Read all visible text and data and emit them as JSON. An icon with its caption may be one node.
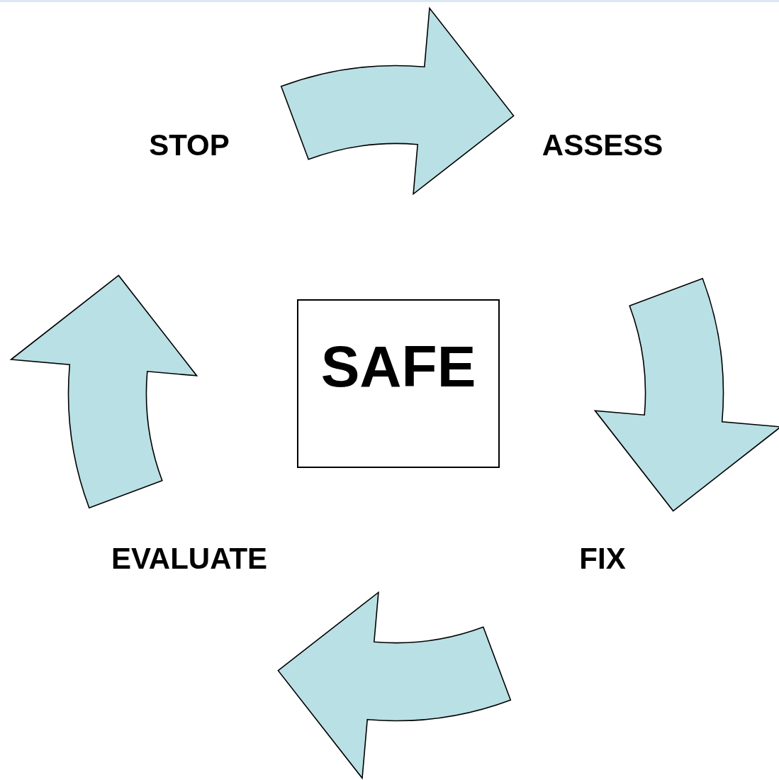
{
  "diagram": {
    "nodes": [
      {
        "text": [
          "STOP"
        ]
      },
      {
        "text": [
          "ASSESS"
        ]
      },
      {
        "text": [
          "SAFE"
        ]
      },
      {
        "text": [
          "EVALUATE"
        ]
      },
      {
        "text": [
          "FIX"
        ]
      }
    ],
    "edges": [
      {
        "from": 0,
        "to": 1,
        "arrow": "to"
      },
      {
        "from": 1,
        "to": 4,
        "arrow": "to"
      },
      {
        "from": 4,
        "to": 3,
        "arrow": "to"
      },
      {
        "from": 3,
        "to": 0,
        "arrow": "to"
      }
    ]
  }
}
